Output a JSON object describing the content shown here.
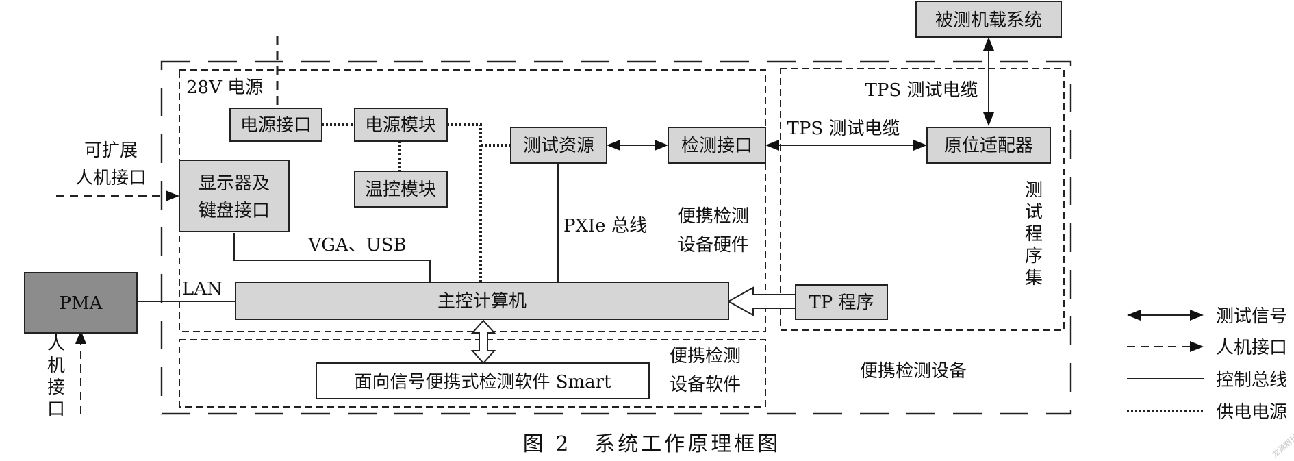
{
  "boxes": {
    "target_system": "被测机载系统",
    "power_interface": "电源接口",
    "power_module": "电源模块",
    "temp_module": "温控模块",
    "display_keyboard_line1": "显示器及",
    "display_keyboard_line2": "键盘接口",
    "test_resource": "测试资源",
    "detect_interface": "检测接口",
    "in_situ_adapter": "原位适配器",
    "pma": "PMA",
    "main_computer": "主控计算机",
    "tp_program": "TP 程序",
    "software": "面向信号便携式检测软件 Smart"
  },
  "labels": {
    "power_28v": "28V 电源",
    "tps_cable_top": "TPS 测试电缆",
    "tps_cable_mid": "TPS 测试电缆",
    "extendable_line1": "可扩展",
    "extendable_line2": "人机接口",
    "vga_usb": "VGA、USB",
    "lan": "LAN",
    "pxie": "PXIe 总线",
    "hardware_line1": "便携检测",
    "hardware_line2": "设备硬件",
    "software_line1": "便携检测",
    "software_line2": "设备软件",
    "device": "便携检测设备",
    "tps_chars": [
      "测",
      "试",
      "程",
      "序",
      "集"
    ],
    "hmi_chars": [
      "人",
      "机",
      "接",
      "口"
    ]
  },
  "legend": [
    {
      "style": "double-arrow",
      "label": "测试信号"
    },
    {
      "style": "dashed-arrow",
      "label": "人机接口"
    },
    {
      "style": "solid",
      "label": "控制总线"
    },
    {
      "style": "dotted",
      "label": "供电电源"
    }
  ],
  "caption": "图 2　系统工作原理框图",
  "watermark": "龙源期刊网"
}
